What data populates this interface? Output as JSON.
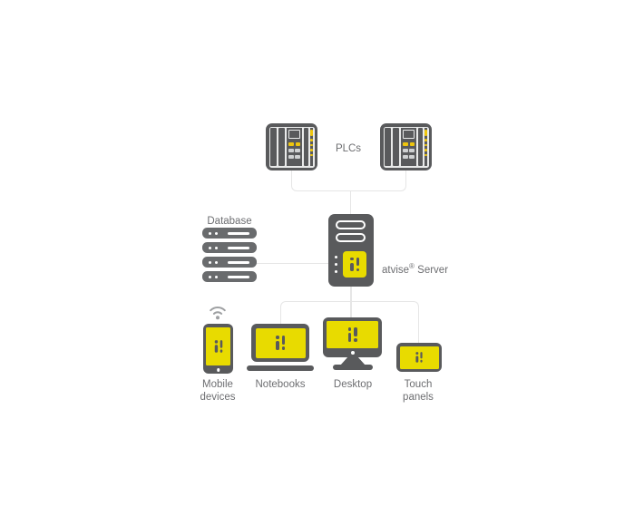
{
  "labels": {
    "plcs": "PLCs",
    "database": "Database",
    "server_name": "atvise",
    "server_reg": "®",
    "server_suffix": " Server",
    "mobile_devices": "Mobile devices",
    "notebooks": "Notebooks",
    "desktop": "Desktop",
    "touch_panels": "Touch panels"
  },
  "colors": {
    "icon_dark_gray": "#595A5C",
    "database_gray": "#696B6D",
    "screen_yellow": "#E8DB00",
    "plc_accent_yellow": "#EEC50E",
    "connector_line": "#E6E6E6",
    "label_text": "#6D6E71",
    "wifi_gray": "#9EA0A2"
  },
  "icons": {
    "plc": "plc-icon",
    "database": "database-icon",
    "server": "server-icon",
    "atvise_logo": "atvise-logo-icon",
    "wifi": "wifi-icon",
    "smartphone": "smartphone-icon",
    "laptop": "laptop-icon",
    "monitor": "monitor-icon",
    "tablet": "tablet-icon"
  }
}
